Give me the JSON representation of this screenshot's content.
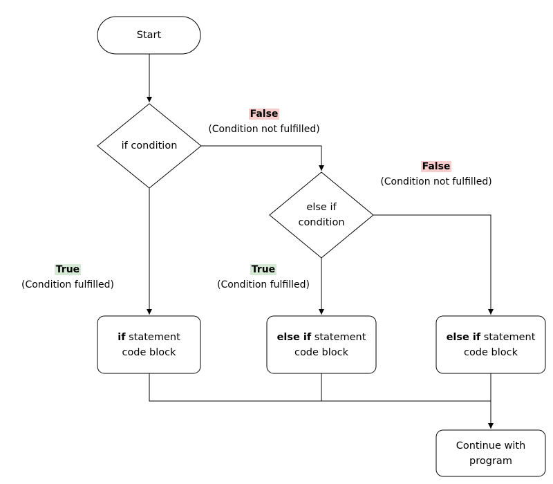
{
  "nodes": {
    "start": {
      "label": "Start"
    },
    "if_condition": {
      "label": "if condition"
    },
    "else_if_condition": {
      "line1": "else if",
      "line2": "condition"
    },
    "if_block": {
      "keyword": "if",
      "rest": " statement",
      "line2": "code block"
    },
    "else_if_block_1": {
      "keyword": "else if",
      "rest": " statement",
      "line2": "code block"
    },
    "else_if_block_2": {
      "keyword": "else if",
      "rest": " statement",
      "line2": "code block"
    },
    "continue": {
      "line1": "Continue with",
      "line2": "program"
    }
  },
  "edge_labels": {
    "if_false": {
      "tag": "False",
      "note": "(Condition not fulfilled)"
    },
    "else_if_false": {
      "tag": "False",
      "note": "(Condition not fulfilled)"
    },
    "if_true": {
      "tag": "True",
      "note": "(Condition fulfilled)"
    },
    "else_if_true": {
      "tag": "True",
      "note": "(Condition fulfilled)"
    }
  },
  "colors": {
    "false_highlight": "#f8cecc",
    "true_highlight": "#d5e8d4",
    "stroke": "#000000"
  }
}
